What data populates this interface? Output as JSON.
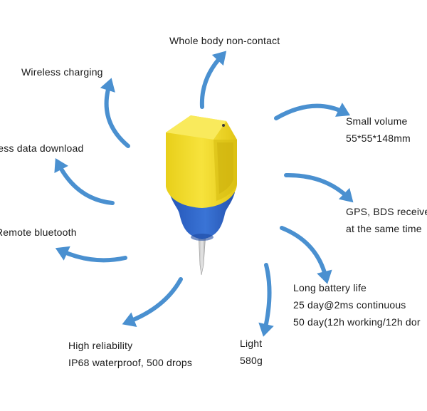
{
  "colors": {
    "arrow": "#4a90d0",
    "device_top": "#f2dc2c",
    "device_bottom": "#2d63c6",
    "needle": "#c9c9c9"
  },
  "features": {
    "whole_body": "Whole body non-contact",
    "wireless_charging": "Wireless charging",
    "wireless_data": "eless data download",
    "remote_bluetooth": "Remote bluetooth",
    "high_reliability": {
      "title": "High reliability",
      "detail": "IP68 waterproof, 500 drops"
    },
    "light": {
      "title": "Light",
      "detail": "580g"
    },
    "battery": {
      "title": "Long battery life",
      "line1": "25 day@2ms continuous",
      "line2": "50 day(12h working/12h dor"
    },
    "gps": {
      "line1": "GPS, BDS receive",
      "line2": "at the same time"
    },
    "small_volume": {
      "title": "Small volume",
      "detail": "55*55*148mm"
    }
  }
}
